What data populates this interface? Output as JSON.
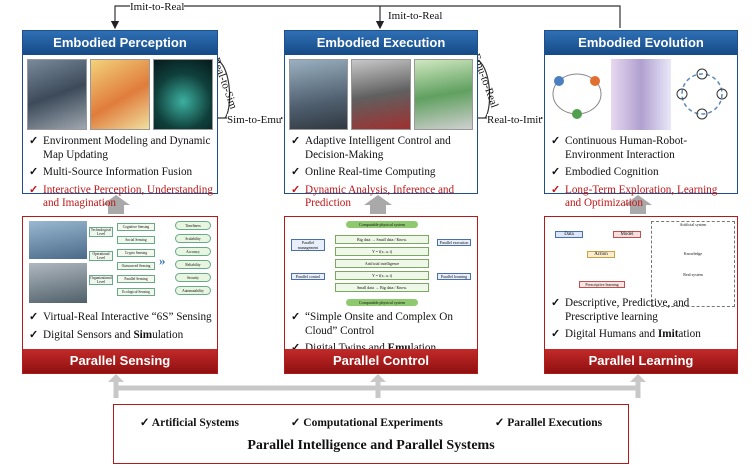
{
  "connectors": {
    "imit_to_real_left": "Imit-to-Real",
    "imit_to_real_center": "Imit-to-Real",
    "real_to_sim": "Real-to-Sim",
    "sim_to_emu": "Sim-to-Emu",
    "emu_to_real": "Emu-to-Real",
    "real_to_imit": "Real-to-Imit"
  },
  "perception": {
    "title": "Embodied Perception",
    "bullets": [
      "Environment Modeling and Dynamic Map Updating",
      "Multi-Source Information Fusion"
    ],
    "highlight": "Interactive Perception, Understanding and Imagination"
  },
  "execution": {
    "title": "Embodied Execution",
    "bullets": [
      "Adaptive Intelligent Control and Decision-Making",
      "Online Real-time Computing"
    ],
    "highlight": "Dynamic Analysis, Inference and Prediction"
  },
  "evolution": {
    "title": "Embodied Evolution",
    "bullets": [
      "Continuous Human-Robot-Environment Interaction",
      "Embodied Cognition"
    ],
    "highlight": "Long-Term Exploration, Learning and Optimization"
  },
  "sensing": {
    "title": "Parallel Sensing",
    "b1": "Virtual-Real Interactive “6S” Sensing",
    "b2_pre": "Digital Sensors and ",
    "b2_bold": "Sim",
    "b2_post": "ulation",
    "diagram": {
      "left_labels": [
        "Technological Level",
        "Operational Level",
        "Organizational Level"
      ],
      "middle": [
        "Cognitive Sensing",
        "Social Sensing",
        "Crypto Sensing",
        "Outsourced Sensing",
        "Parallel Sensing",
        "Ecological Sensing"
      ],
      "right": [
        "Timeliness",
        "Scalability",
        "Accuracy",
        "Reliability",
        "Security",
        "Automatability"
      ]
    }
  },
  "control": {
    "title": "Parallel Control",
    "b1": "“Simple Onsite and Complex On Cloud” Control",
    "b2_pre": "Digital Twins and ",
    "b2_bold": "Emu",
    "b2_post": "lation",
    "diagram": {
      "top": "Computable physical system",
      "bottom": "Computable physical system",
      "left_top": "Parallel management",
      "left_bottom": "Parallel control",
      "right_top": "Parallel execution",
      "right_bottom": "Parallel learning",
      "rows": [
        "Big data → Small data / Know.",
        "Y = f(x, u, t)",
        "Artificial intelligence",
        "Y = f(x, u, t)",
        "Small data → Big data / Know."
      ]
    }
  },
  "learning": {
    "title": "Parallel Learning",
    "b1": "Descriptive, Predictive, and Prescriptive learning",
    "b2_pre": "Digital Humans and ",
    "b2_bold": "Imit",
    "b2_post": "ation",
    "diagram": {
      "boxes": [
        "Data",
        "Model",
        "Action",
        "Prescriptive learning"
      ],
      "right_title": "Artificial system",
      "right_mid": "Knowledge",
      "right_bottom": "Real system"
    }
  },
  "foundation": {
    "items": [
      "Artificial Systems",
      "Computational Experiments",
      "Parallel Executions"
    ],
    "title": "Parallel Intelligence and Parallel Systems"
  },
  "colors": {
    "blue": "#1f4e8c",
    "red": "#b51a1a",
    "gray_arrow": "#a9a9a9"
  }
}
